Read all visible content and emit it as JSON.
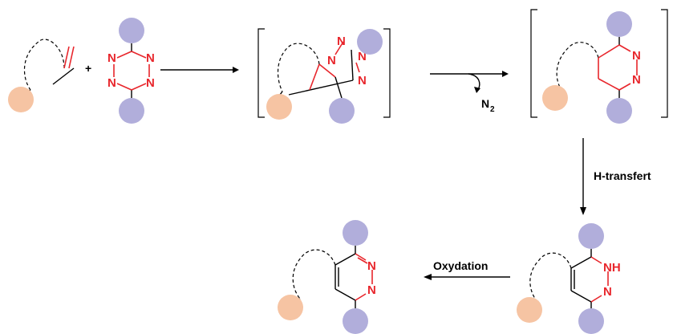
{
  "colors": {
    "substituent_blue": "#b1aedb",
    "substituent_orange": "#f6c4a3",
    "heteroatom_red": "#e8262c"
  },
  "labels": {
    "plus": "+",
    "n2_byproduct": "N",
    "n2_subscript": "2",
    "step_h_transfer": "H-transfert",
    "step_oxidation": "Oxydation",
    "nitrogen": "N",
    "nh": "NH"
  }
}
